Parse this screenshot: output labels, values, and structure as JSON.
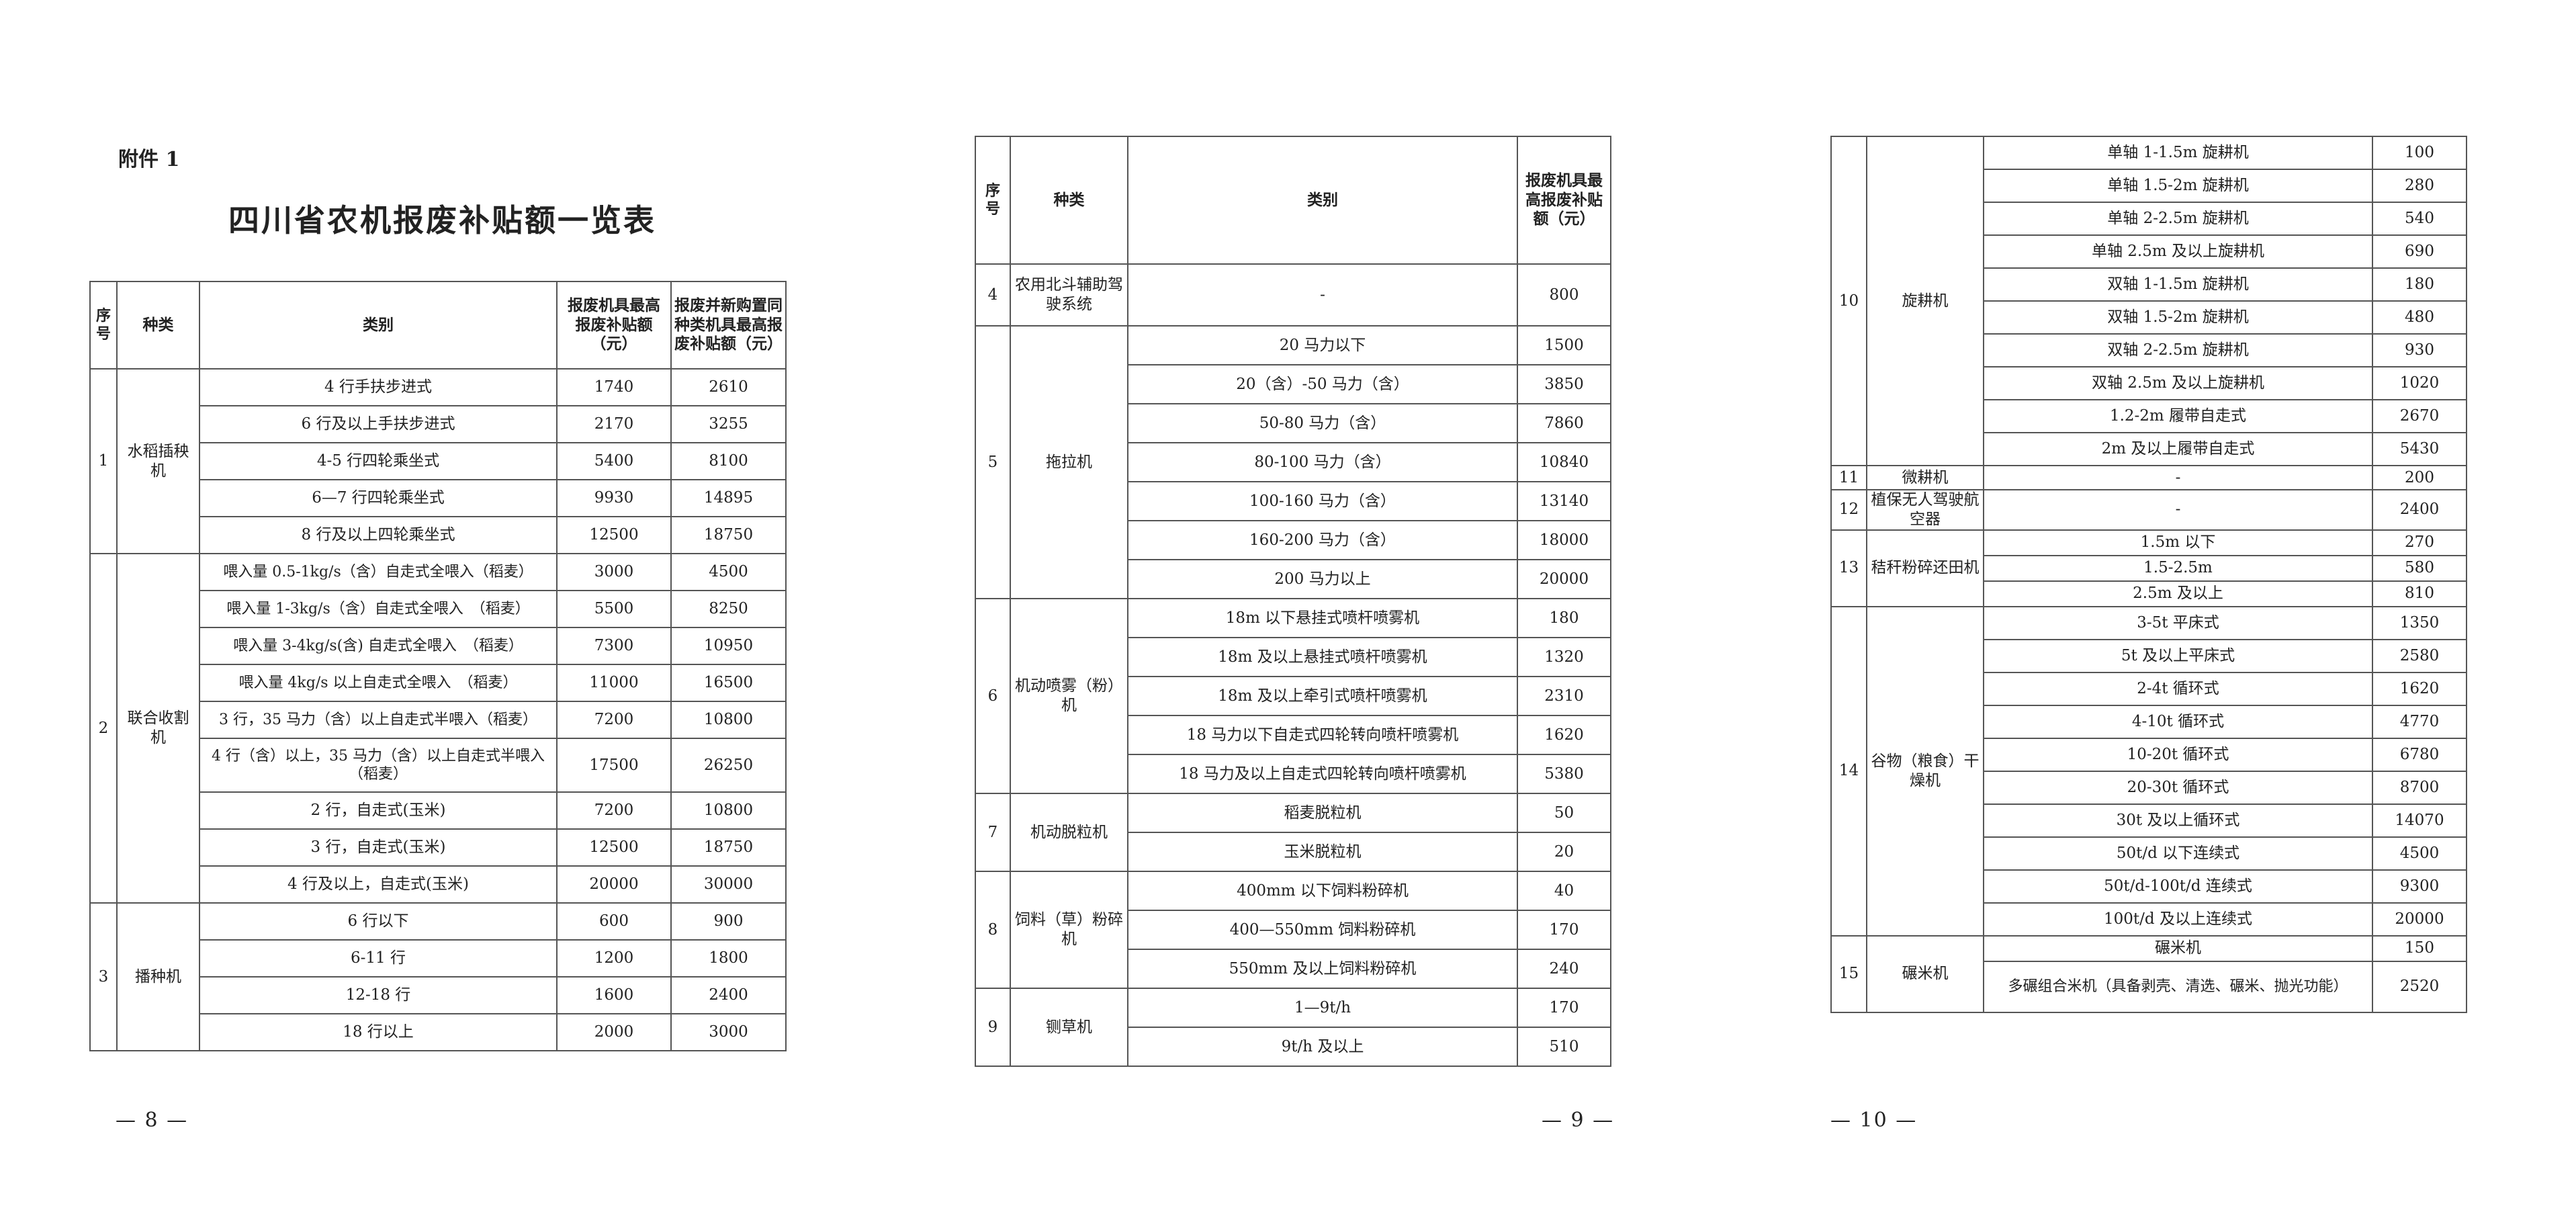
{
  "page1": {
    "attachment": "附件 1",
    "title": "四川省农机报废补贴额一览表",
    "header": {
      "seq": "序号",
      "kind": "种类",
      "category": "类别",
      "max_subsidy": "报废机具最高报废补贴额（元）",
      "renew_subsidy": "报废并新购置同种类机具最高报废补贴额（元）"
    },
    "groups": [
      {
        "seq": "1",
        "kind": "水稻插秧机",
        "rows": [
          [
            "4 行手扶步进式",
            "1740",
            "2610"
          ],
          [
            "6 行及以上手扶步进式",
            "2170",
            "3255"
          ],
          [
            "4-5 行四轮乘坐式",
            "5400",
            "8100"
          ],
          [
            "6—7 行四轮乘坐式",
            "9930",
            "14895"
          ],
          [
            "8 行及以上四轮乘坐式",
            "12500",
            "18750"
          ]
        ]
      },
      {
        "seq": "2",
        "kind": "联合收割机",
        "rows": [
          [
            "喂入量 0.5-1kg/s（含）自走式全喂入（稻麦）",
            "3000",
            "4500"
          ],
          [
            "喂入量 1-3kg/s（含）自走式全喂入　（稻麦）",
            "5500",
            "8250"
          ],
          [
            "喂入量 3-4kg/s(含) 自走式全喂入　（稻麦）",
            "7300",
            "10950"
          ],
          [
            "喂入量 4kg/s 以上自走式全喂入　（稻麦）",
            "11000",
            "16500"
          ],
          [
            "3 行，35 马力（含）以上自走式半喂入（稻麦）",
            "7200",
            "10800"
          ],
          [
            "4 行（含）以上，35 马力（含）以上自走式半喂入（稻麦）",
            "17500",
            "26250"
          ],
          [
            "2 行，自走式(玉米)",
            "7200",
            "10800"
          ],
          [
            "3 行，自走式(玉米)",
            "12500",
            "18750"
          ],
          [
            "4 行及以上，自走式(玉米)",
            "20000",
            "30000"
          ]
        ]
      },
      {
        "seq": "3",
        "kind": "播种机",
        "rows": [
          [
            "6 行以下",
            "600",
            "900"
          ],
          [
            "6-11 行",
            "1200",
            "1800"
          ],
          [
            "12-18 行",
            "1600",
            "2400"
          ],
          [
            "18 行以上",
            "2000",
            "3000"
          ]
        ]
      }
    ],
    "page_number": "— 8 —"
  },
  "page2": {
    "header": {
      "seq": "序号",
      "kind": "种类",
      "category": "类别",
      "max_subsidy": "报废机具最高报废补贴额（元）"
    },
    "groups": [
      {
        "seq": "4",
        "kind": "农用北斗辅助驾驶系统",
        "rows": [
          [
            "-",
            "800"
          ]
        ]
      },
      {
        "seq": "5",
        "kind": "拖拉机",
        "rows": [
          [
            "20 马力以下",
            "1500"
          ],
          [
            "20（含）-50 马力（含）",
            "3850"
          ],
          [
            "50-80 马力（含）",
            "7860"
          ],
          [
            "80-100 马力（含）",
            "10840"
          ],
          [
            "100-160 马力（含）",
            "13140"
          ],
          [
            "160-200 马力（含）",
            "18000"
          ],
          [
            "200 马力以上",
            "20000"
          ]
        ]
      },
      {
        "seq": "6",
        "kind": "机动喷雾（粉）机",
        "rows": [
          [
            "18m 以下悬挂式喷杆喷雾机",
            "180"
          ],
          [
            "18m 及以上悬挂式喷杆喷雾机",
            "1320"
          ],
          [
            "18m 及以上牵引式喷杆喷雾机",
            "2310"
          ],
          [
            "18 马力以下自走式四轮转向喷杆喷雾机",
            "1620"
          ],
          [
            "18 马力及以上自走式四轮转向喷杆喷雾机",
            "5380"
          ]
        ]
      },
      {
        "seq": "7",
        "kind": "机动脱粒机",
        "rows": [
          [
            "稻麦脱粒机",
            "50"
          ],
          [
            "玉米脱粒机",
            "20"
          ]
        ]
      },
      {
        "seq": "8",
        "kind": "饲料（草）粉碎机",
        "rows": [
          [
            "400mm 以下饲料粉碎机",
            "40"
          ],
          [
            "400—550mm 饲料粉碎机",
            "170"
          ],
          [
            "550mm 及以上饲料粉碎机",
            "240"
          ]
        ]
      },
      {
        "seq": "9",
        "kind": "铡草机",
        "rows": [
          [
            "1—9t/h",
            "170"
          ],
          [
            "9t/h 及以上",
            "510"
          ]
        ]
      }
    ],
    "page_number": "— 9 —"
  },
  "page3": {
    "groups": [
      {
        "seq": "10",
        "kind": "旋耕机",
        "rows": [
          [
            "单轴 1-1.5m 旋耕机",
            "100"
          ],
          [
            "单轴 1.5-2m 旋耕机",
            "280"
          ],
          [
            "单轴 2-2.5m 旋耕机",
            "540"
          ],
          [
            "单轴 2.5m 及以上旋耕机",
            "690"
          ],
          [
            "双轴 1-1.5m 旋耕机",
            "180"
          ],
          [
            "双轴 1.5-2m 旋耕机",
            "480"
          ],
          [
            "双轴 2-2.5m 旋耕机",
            "930"
          ],
          [
            "双轴 2.5m 及以上旋耕机",
            "1020"
          ],
          [
            "1.2-2m 履带自走式",
            "2670"
          ],
          [
            "2m 及以上履带自走式",
            "5430"
          ]
        ]
      },
      {
        "seq": "11",
        "kind": "微耕机",
        "rows": [
          [
            "-",
            "200"
          ]
        ]
      },
      {
        "seq": "12",
        "kind": "植保无人驾驶航空器",
        "rows": [
          [
            "-",
            "2400"
          ]
        ]
      },
      {
        "seq": "13",
        "kind": "秸秆粉碎还田机",
        "rows": [
          [
            "1.5m 以下",
            "270"
          ],
          [
            "1.5-2.5m",
            "580"
          ],
          [
            "2.5m 及以上",
            "810"
          ]
        ]
      },
      {
        "seq": "14",
        "kind": "谷物（粮食）干燥机",
        "rows": [
          [
            "3-5t 平床式",
            "1350"
          ],
          [
            "5t 及以上平床式",
            "2580"
          ],
          [
            "2-4t 循环式",
            "1620"
          ],
          [
            "4-10t 循环式",
            "4770"
          ],
          [
            "10-20t 循环式",
            "6780"
          ],
          [
            "20-30t 循环式",
            "8700"
          ],
          [
            "30t 及以上循环式",
            "14070"
          ],
          [
            "50t/d 以下连续式",
            "4500"
          ],
          [
            "50t/d-100t/d 连续式",
            "9300"
          ],
          [
            "100t/d 及以上连续式",
            "20000"
          ]
        ]
      },
      {
        "seq": "15",
        "kind": "碾米机",
        "rows": [
          [
            "碾米机",
            "150"
          ],
          [
            "多碾组合米机（具备剥壳、清选、碾米、抛光功能）",
            "2520"
          ]
        ]
      }
    ],
    "page_number": "— 10 —"
  }
}
